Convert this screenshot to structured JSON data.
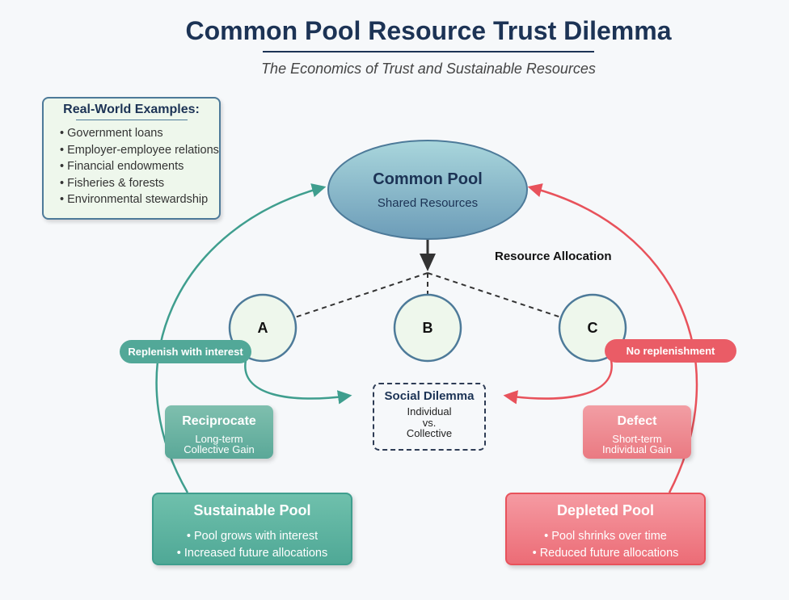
{
  "title": "Common Pool Resource Trust Dilemma",
  "subtitle": "The Economics of Trust and Sustainable Resources",
  "examples": {
    "heading": "Real-World Examples:",
    "items": [
      "Government loans",
      "Employer-employee relations",
      "Financial endowments",
      "Fisheries & forests",
      "Environmental stewardship"
    ]
  },
  "pool": {
    "title": "Common Pool",
    "subtitle": "Shared Resources"
  },
  "allocation_label": "Resource Allocation",
  "nodes": {
    "a": "A",
    "b": "B",
    "c": "C"
  },
  "replenish_label": "Replenish with interest",
  "no_replenish_label": "No replenishment",
  "dilemma": {
    "title": "Social Dilemma",
    "line1": "Individual",
    "line2": "vs.",
    "line3": "Collective"
  },
  "reciprocate": {
    "title": "Reciprocate",
    "line1": "Long-term",
    "line2": "Collective Gain"
  },
  "defect": {
    "title": "Defect",
    "line1": "Short-term",
    "line2": "Individual Gain"
  },
  "sustainable": {
    "title": "Sustainable Pool",
    "items": [
      "Pool grows with interest",
      "Increased future allocations"
    ]
  },
  "depleted": {
    "title": "Depleted Pool",
    "items": [
      "Pool shrinks over time",
      "Reduced future allocations"
    ]
  },
  "colors": {
    "teal": "#3f9e8e",
    "red": "#e8525b",
    "navy": "#1c3355",
    "pool_fill": "#7fb4c8"
  }
}
